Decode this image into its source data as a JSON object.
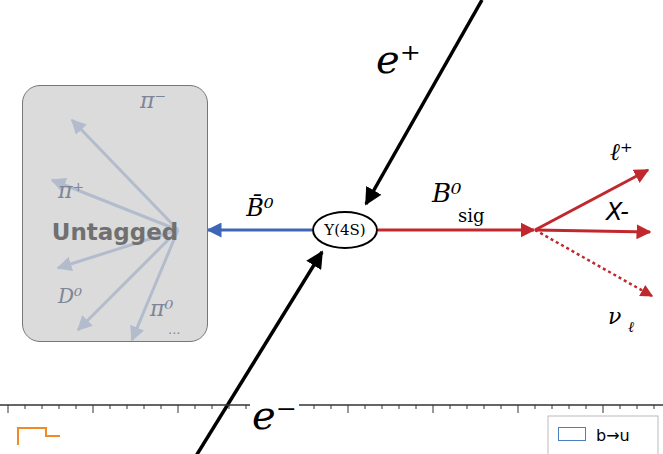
{
  "diagram": {
    "nodes": [
      {
        "text": [
          "Untagged"
        ]
      },
      {
        "text": [
          "Υ(4S)"
        ]
      }
    ],
    "edges": [
      {
        "from": 1,
        "to": 0,
        "arrow": "to",
        "label": "B̄⁰"
      }
    ],
    "labels": [
      "e⁺",
      "π⁻",
      "π⁺",
      "D⁰",
      "π⁰",
      "...",
      "B⁰",
      "sig",
      "ℓ⁺",
      "X-",
      "ν",
      "ℓ",
      "e⁻"
    ],
    "legend": [
      {
        "text": "b→u"
      }
    ]
  }
}
